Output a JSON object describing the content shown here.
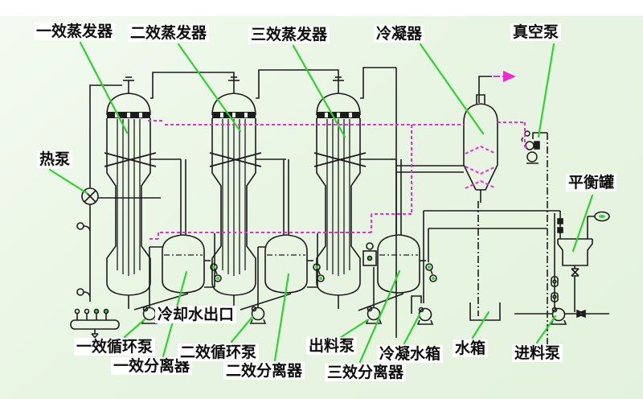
{
  "labels": {
    "evaporator1": "一效蒸发器",
    "evaporator2": "二效蒸发器",
    "evaporator3": "三效蒸发器",
    "condenser": "冷凝器",
    "vacuum_pump": "真空泵",
    "heat_pump": "热泵",
    "balance_tank": "平衡罐",
    "cooling_water_outlet": "冷却水出口",
    "cycle_pump1": "一效循环泵",
    "separator1": "一效分离器",
    "cycle_pump2": "二效循环泵",
    "separator2": "二效分离器",
    "discharge_pump": "出料泵",
    "separator3": "三效分离器",
    "condensate_tank": "冷凝水箱",
    "water_tank": "水箱",
    "feed_pump": "进料泵"
  },
  "colors": {
    "ink": "#1c1c1c",
    "leader_green": "#2fd32f",
    "vapor_magenta": "#ee2bd2",
    "background": "#e9f5e3"
  }
}
